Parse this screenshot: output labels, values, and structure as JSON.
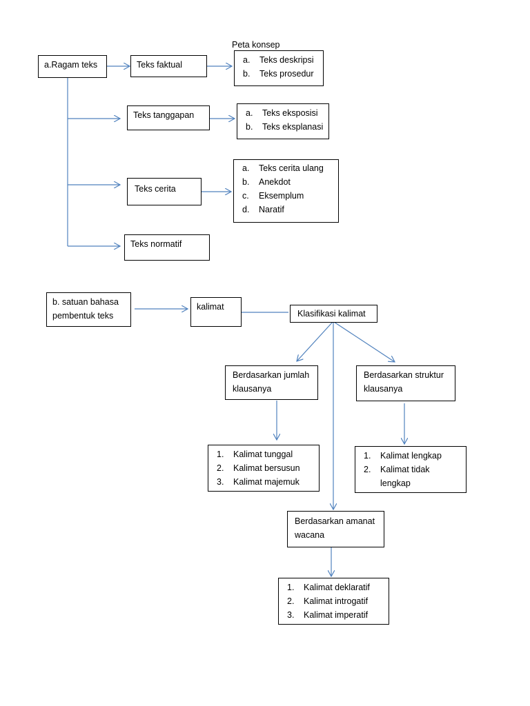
{
  "section_a": {
    "header": "Peta konsep",
    "root": "a.Ragam teks",
    "branches": [
      {
        "label": "Teks faktual",
        "items": [
          {
            "marker": "a.",
            "text": "Teks deskripsi"
          },
          {
            "marker": "b.",
            "text": "Teks prosedur"
          }
        ]
      },
      {
        "label": "Teks tanggapan",
        "items": [
          {
            "marker": "a.",
            "text": "Teks eksposisi"
          },
          {
            "marker": "b.",
            "text": "Teks eksplanasi"
          }
        ]
      },
      {
        "label": "Teks cerita",
        "items": [
          {
            "marker": "a.",
            "text": "Teks cerita ulang"
          },
          {
            "marker": "b.",
            "text": "Anekdot"
          },
          {
            "marker": "c.",
            "text": "Eksemplum"
          },
          {
            "marker": "d.",
            "text": "Naratif"
          }
        ]
      },
      {
        "label": "Teks normatif"
      }
    ]
  },
  "section_b": {
    "root": "b. satuan bahasa pembentuk teks",
    "kalimat": "kalimat",
    "klasifikasi": "Klasifikasi kalimat",
    "left": {
      "label": "Berdasarkan jumlah klausanya",
      "items": [
        {
          "marker": "1.",
          "text": "Kalimat tunggal"
        },
        {
          "marker": "2.",
          "text": "Kalimat bersusun"
        },
        {
          "marker": "3.",
          "text": "Kalimat majemuk"
        }
      ]
    },
    "right": {
      "label": "Berdasarkan struktur klausanya",
      "items": [
        {
          "marker": "1.",
          "text": "Kalimat lengkap"
        },
        {
          "marker": "2.",
          "text": "Kalimat tidak lengkap"
        }
      ]
    },
    "middle": {
      "label": "Berdasarkan amanat wacana",
      "items": [
        {
          "marker": "1.",
          "text": "Kalimat deklaratif"
        },
        {
          "marker": "2.",
          "text": "Kalimat introgatif"
        },
        {
          "marker": "3.",
          "text": "Kalimat imperatif"
        }
      ]
    }
  },
  "colors": {
    "connector": "#4f81bd",
    "border": "#000000"
  }
}
